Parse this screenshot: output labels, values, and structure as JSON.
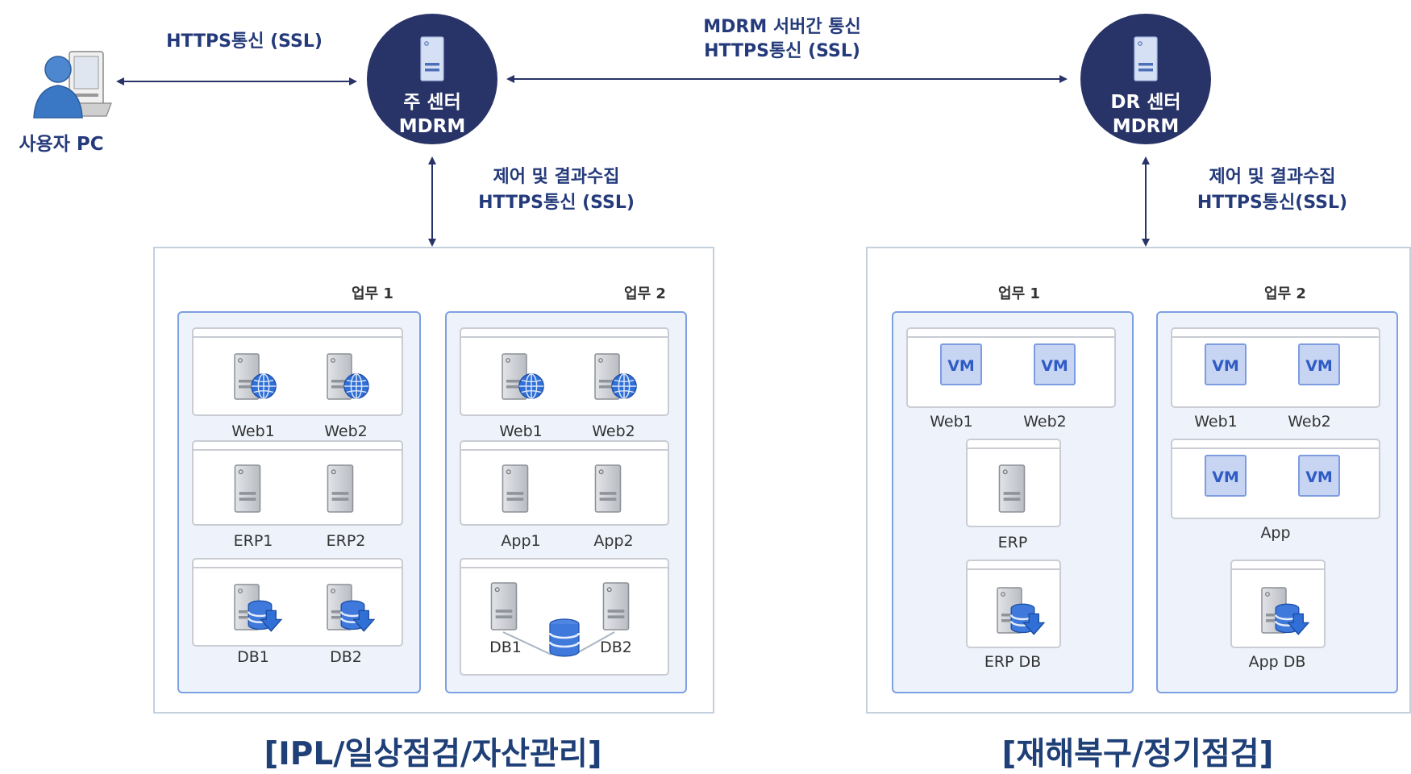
{
  "user_pc": {
    "label": "사용자 PC"
  },
  "links": {
    "user_to_main": "HTTPS통신 (SSL)",
    "main_to_dr_line1": "MDRM 서버간 통신",
    "main_to_dr_line2": "HTTPS통신 (SSL)",
    "main_down_line1": "제어 및 결과수집",
    "main_down_line2": "HTTPS통신 (SSL)",
    "dr_down_line1": "제어 및 결과수집",
    "dr_down_line2": "HTTPS통신(SSL)"
  },
  "main_center": {
    "line1": "주 센터",
    "line2": "MDRM"
  },
  "dr_center": {
    "line1": "DR 센터",
    "line2": "MDRM"
  },
  "left_site": {
    "title": "[IPL/일상점검/자산관리]",
    "task1": {
      "title": "업무 1",
      "web": [
        "Web1",
        "Web2"
      ],
      "erp": [
        "ERP1",
        "ERP2"
      ],
      "db": [
        "DB1",
        "DB2"
      ]
    },
    "task2": {
      "title": "업무 2",
      "web": [
        "Web1",
        "Web2"
      ],
      "app": [
        "App1",
        "App2"
      ],
      "db": [
        "DB1",
        "DB2"
      ]
    }
  },
  "right_site": {
    "title": "[재해복구/정기점검]",
    "vm_label": "VM",
    "task1": {
      "title": "업무 1",
      "web": [
        "Web1",
        "Web2"
      ],
      "erp": "ERP",
      "erp_db": "ERP DB"
    },
    "task2": {
      "title": "업무 2",
      "web": [
        "Web1",
        "Web2"
      ],
      "app": "App",
      "app_db": "App DB"
    }
  },
  "colors": {
    "navy": "#283368",
    "text_blue": "#243a7a",
    "group_border": "#7da0e0",
    "vm_fill": "#c7d5f3"
  }
}
